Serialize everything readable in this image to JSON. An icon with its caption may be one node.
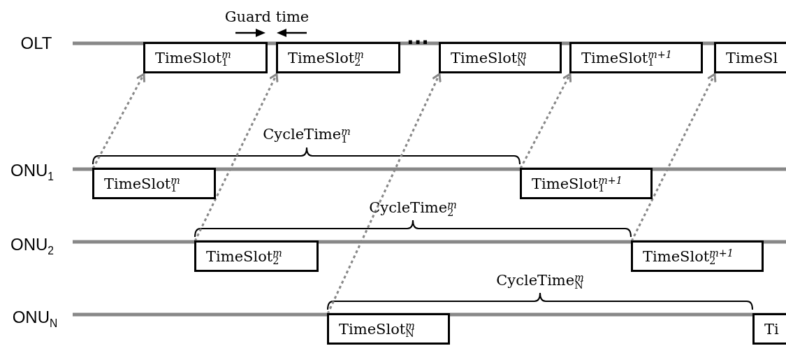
{
  "diagram": {
    "nodes": [
      {
        "text": [
          "TimeSlot$_{1}$$^{m}$"
        ]
      },
      {
        "text": [
          "TimeSlot$_{2}$$^{m}$"
        ]
      },
      {
        "text": [
          "TimeSlot$_{N}$$^{m}$"
        ]
      },
      {
        "text": [
          "TimeSlot$_{1}$$^{m+1}$"
        ]
      },
      {
        "text": [
          "TimeSl"
        ]
      },
      {
        "text": [
          "TimeSlot$_{1}$$^{m}$"
        ]
      },
      {
        "text": [
          "TimeSlot$_{1}$$^{m+1}$"
        ]
      },
      {
        "text": [
          "TimeSlot$_{2}$$^{m}$"
        ]
      },
      {
        "text": [
          "TimeSlot$_{2}$$^{m+1}$"
        ]
      },
      {
        "text": [
          "TimeSlot$_{N}$$^{m}$"
        ]
      },
      {
        "text": [
          "Ti"
        ]
      }
    ],
    "edges": [
      {
        "from": 5,
        "to": 0,
        "arrow": "to",
        "style": "dashed"
      },
      {
        "from": 7,
        "to": 1,
        "arrow": "to",
        "style": "dashed"
      },
      {
        "from": 9,
        "to": 2,
        "arrow": "to",
        "style": "dashed"
      },
      {
        "from": 6,
        "to": 3,
        "arrow": "to",
        "style": "dashed"
      },
      {
        "from": 8,
        "to": 4,
        "arrow": "to",
        "style": "dashed"
      }
    ],
    "labels": [
      "Guard time",
      "OLT",
      "···",
      "CycleTime$_{1}$$^{m}$",
      "ONU$_{1}$",
      "CycleTime$_{2}$$^{m}$",
      "ONU$_{2}$",
      "CycleTime$_{N}$$^{m}$",
      "ONU$_{N}$"
    ]
  }
}
